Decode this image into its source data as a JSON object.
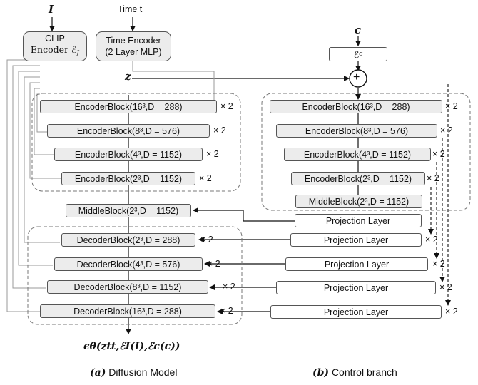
{
  "diagram": {
    "inputs": {
      "image_symbol": "I",
      "time_label": "Time t",
      "latent_symbol": "z",
      "condition_symbol": "c"
    },
    "clip_encoder": {
      "line1": "CLIP",
      "line2": "Encoder ℰ",
      "sub": "I"
    },
    "time_encoder": {
      "line1": "Time Encoder",
      "line2": "(2 Layer MLP)"
    },
    "control_encoder": {
      "label": "ℰ",
      "sub": "c"
    },
    "plus_symbol": "+",
    "encoder_blocks": [
      "EncoderBlock(16³,D = 288)",
      "EncoderBlock(8³,D = 576)",
      "EncoderBlock(4³,D = 1152)",
      "EncoderBlock(2³,D = 1152)"
    ],
    "control_encoder_blocks": [
      "EncoderBlock(16³,D = 288)",
      "EncoderBlock(8³,D = 576)",
      "EncoderBlock(4³,D = 1152)",
      "EncoderBlock(2³,D = 1152)"
    ],
    "middle_block": "MiddleBlock(2³,D = 1152)",
    "control_middle_block": "MiddleBlock(2³,D = 1152)",
    "decoder_blocks": [
      "DecoderBlock(2³,D = 288)",
      "DecoderBlock(4³,D = 576)",
      "DecoderBlock(8³,D = 1152)",
      "DecoderBlock(16³,D = 288)"
    ],
    "projection_label": "Projection Layer",
    "repeat_label": "× 2",
    "output_formula": "ϵθ(ztt,ℰI(I),ℰc(c))",
    "caption_a": {
      "tag": "(a)",
      "text": "Diffusion Model"
    },
    "caption_b": {
      "tag": "(b)",
      "text": "Control branch"
    }
  }
}
